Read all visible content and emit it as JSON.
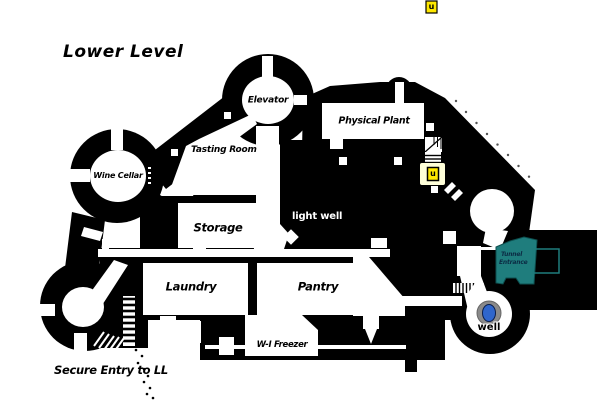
{
  "plan": {
    "title": "Lower Level",
    "rooms": {
      "elevator": "Elevator",
      "wine_cellar": "Wine Cellar",
      "tasting_room": "Tasting Room",
      "physical_plant": "Physical Plant",
      "storage": "Storage",
      "laundry": "Laundry",
      "pantry": "Pantry",
      "freezer": "W-I Freezer"
    },
    "features": {
      "light_well": "light well",
      "well": "well",
      "tunnel_entrance_line1": "Tunnel",
      "tunnel_entrance_line2": "Entrance",
      "stair_up_marker": "u",
      "top_marker": "u",
      "secure_entry_note": "Secure Entry to LL"
    },
    "colors": {
      "wall_black": "#000000",
      "floor_white": "#ffffff",
      "tunnel_teal": "#1f7d7d",
      "tunnel_edge": "#0d4f4f",
      "marker_yellow": "#ffe800",
      "marker_glow": "#ffffd9",
      "well_blue": "#2f66cc",
      "well_ring_gray": "#8a8a8a"
    }
  }
}
